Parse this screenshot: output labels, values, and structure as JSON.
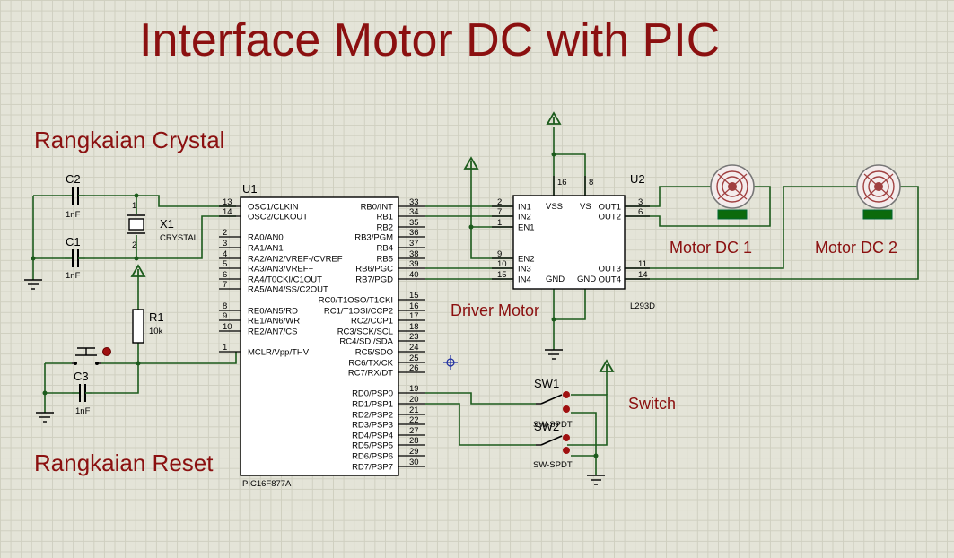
{
  "title": "Interface Motor DC with PIC",
  "sections": {
    "crystal": "Rangkaian Crystal",
    "reset": "Rangkaian Reset",
    "driver": "Driver Motor",
    "motor1": "Motor DC 1",
    "motor2": "Motor DC 2",
    "switch": "Switch"
  },
  "components": {
    "c2": {
      "ref": "C2",
      "value": "1nF"
    },
    "c1": {
      "ref": "C1",
      "value": "1nF"
    },
    "c3": {
      "ref": "C3",
      "value": "1nF"
    },
    "x1": {
      "ref": "X1",
      "value": "CRYSTAL",
      "pin1": "1",
      "pin2": "2"
    },
    "r1": {
      "ref": "R1",
      "value": "10k"
    },
    "u1": {
      "ref": "U1",
      "part": "PIC16F877A"
    },
    "u2": {
      "ref": "U2",
      "part": "L293D"
    },
    "sw1": {
      "ref": "SW1",
      "part": "SW-SPDT"
    },
    "sw2": {
      "ref": "SW2",
      "part": "SW-SPDT"
    }
  },
  "u1_left_pins": [
    {
      "num": "13",
      "name": "OSC1/CLKIN"
    },
    {
      "num": "14",
      "name": "OSC2/CLKOUT"
    },
    {
      "num": "2",
      "name": "RA0/AN0"
    },
    {
      "num": "3",
      "name": "RA1/AN1"
    },
    {
      "num": "4",
      "name": "RA2/AN2/VREF-/CVREF"
    },
    {
      "num": "5",
      "name": "RA3/AN3/VREF+"
    },
    {
      "num": "6",
      "name": "RA4/T0CKI/C1OUT"
    },
    {
      "num": "7",
      "name": "RA5/AN4/SS/C2OUT"
    },
    {
      "num": "8",
      "name": "RE0/AN5/RD"
    },
    {
      "num": "9",
      "name": "RE1/AN6/WR"
    },
    {
      "num": "10",
      "name": "RE2/AN7/CS"
    },
    {
      "num": "1",
      "name": "MCLR/Vpp/THV"
    }
  ],
  "u1_right_pins": [
    {
      "num": "33",
      "name": "RB0/INT"
    },
    {
      "num": "34",
      "name": "RB1"
    },
    {
      "num": "35",
      "name": "RB2"
    },
    {
      "num": "36",
      "name": "RB3/PGM"
    },
    {
      "num": "37",
      "name": "RB4"
    },
    {
      "num": "38",
      "name": "RB5"
    },
    {
      "num": "39",
      "name": "RB6/PGC"
    },
    {
      "num": "40",
      "name": "RB7/PGD"
    },
    {
      "num": "15",
      "name": "RC0/T1OSO/T1CKI"
    },
    {
      "num": "16",
      "name": "RC1/T1OSI/CCP2"
    },
    {
      "num": "17",
      "name": "RC2/CCP1"
    },
    {
      "num": "18",
      "name": "RC3/SCK/SCL"
    },
    {
      "num": "23",
      "name": "RC4/SDI/SDA"
    },
    {
      "num": "24",
      "name": "RC5/SDO"
    },
    {
      "num": "25",
      "name": "RC6/TX/CK"
    },
    {
      "num": "26",
      "name": "RC7/RX/DT"
    },
    {
      "num": "19",
      "name": "RD0/PSP0"
    },
    {
      "num": "20",
      "name": "RD1/PSP1"
    },
    {
      "num": "21",
      "name": "RD2/PSP2"
    },
    {
      "num": "22",
      "name": "RD3/PSP3"
    },
    {
      "num": "27",
      "name": "RD4/PSP4"
    },
    {
      "num": "28",
      "name": "RD5/PSP5"
    },
    {
      "num": "29",
      "name": "RD6/PSP6"
    },
    {
      "num": "30",
      "name": "RD7/PSP7"
    }
  ],
  "u2_left_pins": [
    {
      "num": "2",
      "name": "IN1"
    },
    {
      "num": "7",
      "name": "IN2"
    },
    {
      "num": "1",
      "name": "EN1"
    },
    {
      "num": "9",
      "name": "EN2"
    },
    {
      "num": "10",
      "name": "IN3"
    },
    {
      "num": "15",
      "name": "IN4"
    }
  ],
  "u2_right_pins": [
    {
      "num": "3",
      "name": "OUT1"
    },
    {
      "num": "6",
      "name": "OUT2"
    },
    {
      "num": "11",
      "name": "OUT3"
    },
    {
      "num": "14",
      "name": "OUT4"
    }
  ],
  "u2_top_pins": [
    {
      "num": "16",
      "name": "VSS"
    },
    {
      "num": "8",
      "name": "VS"
    }
  ],
  "u2_bottom_labels": [
    "GND",
    "GND"
  ]
}
